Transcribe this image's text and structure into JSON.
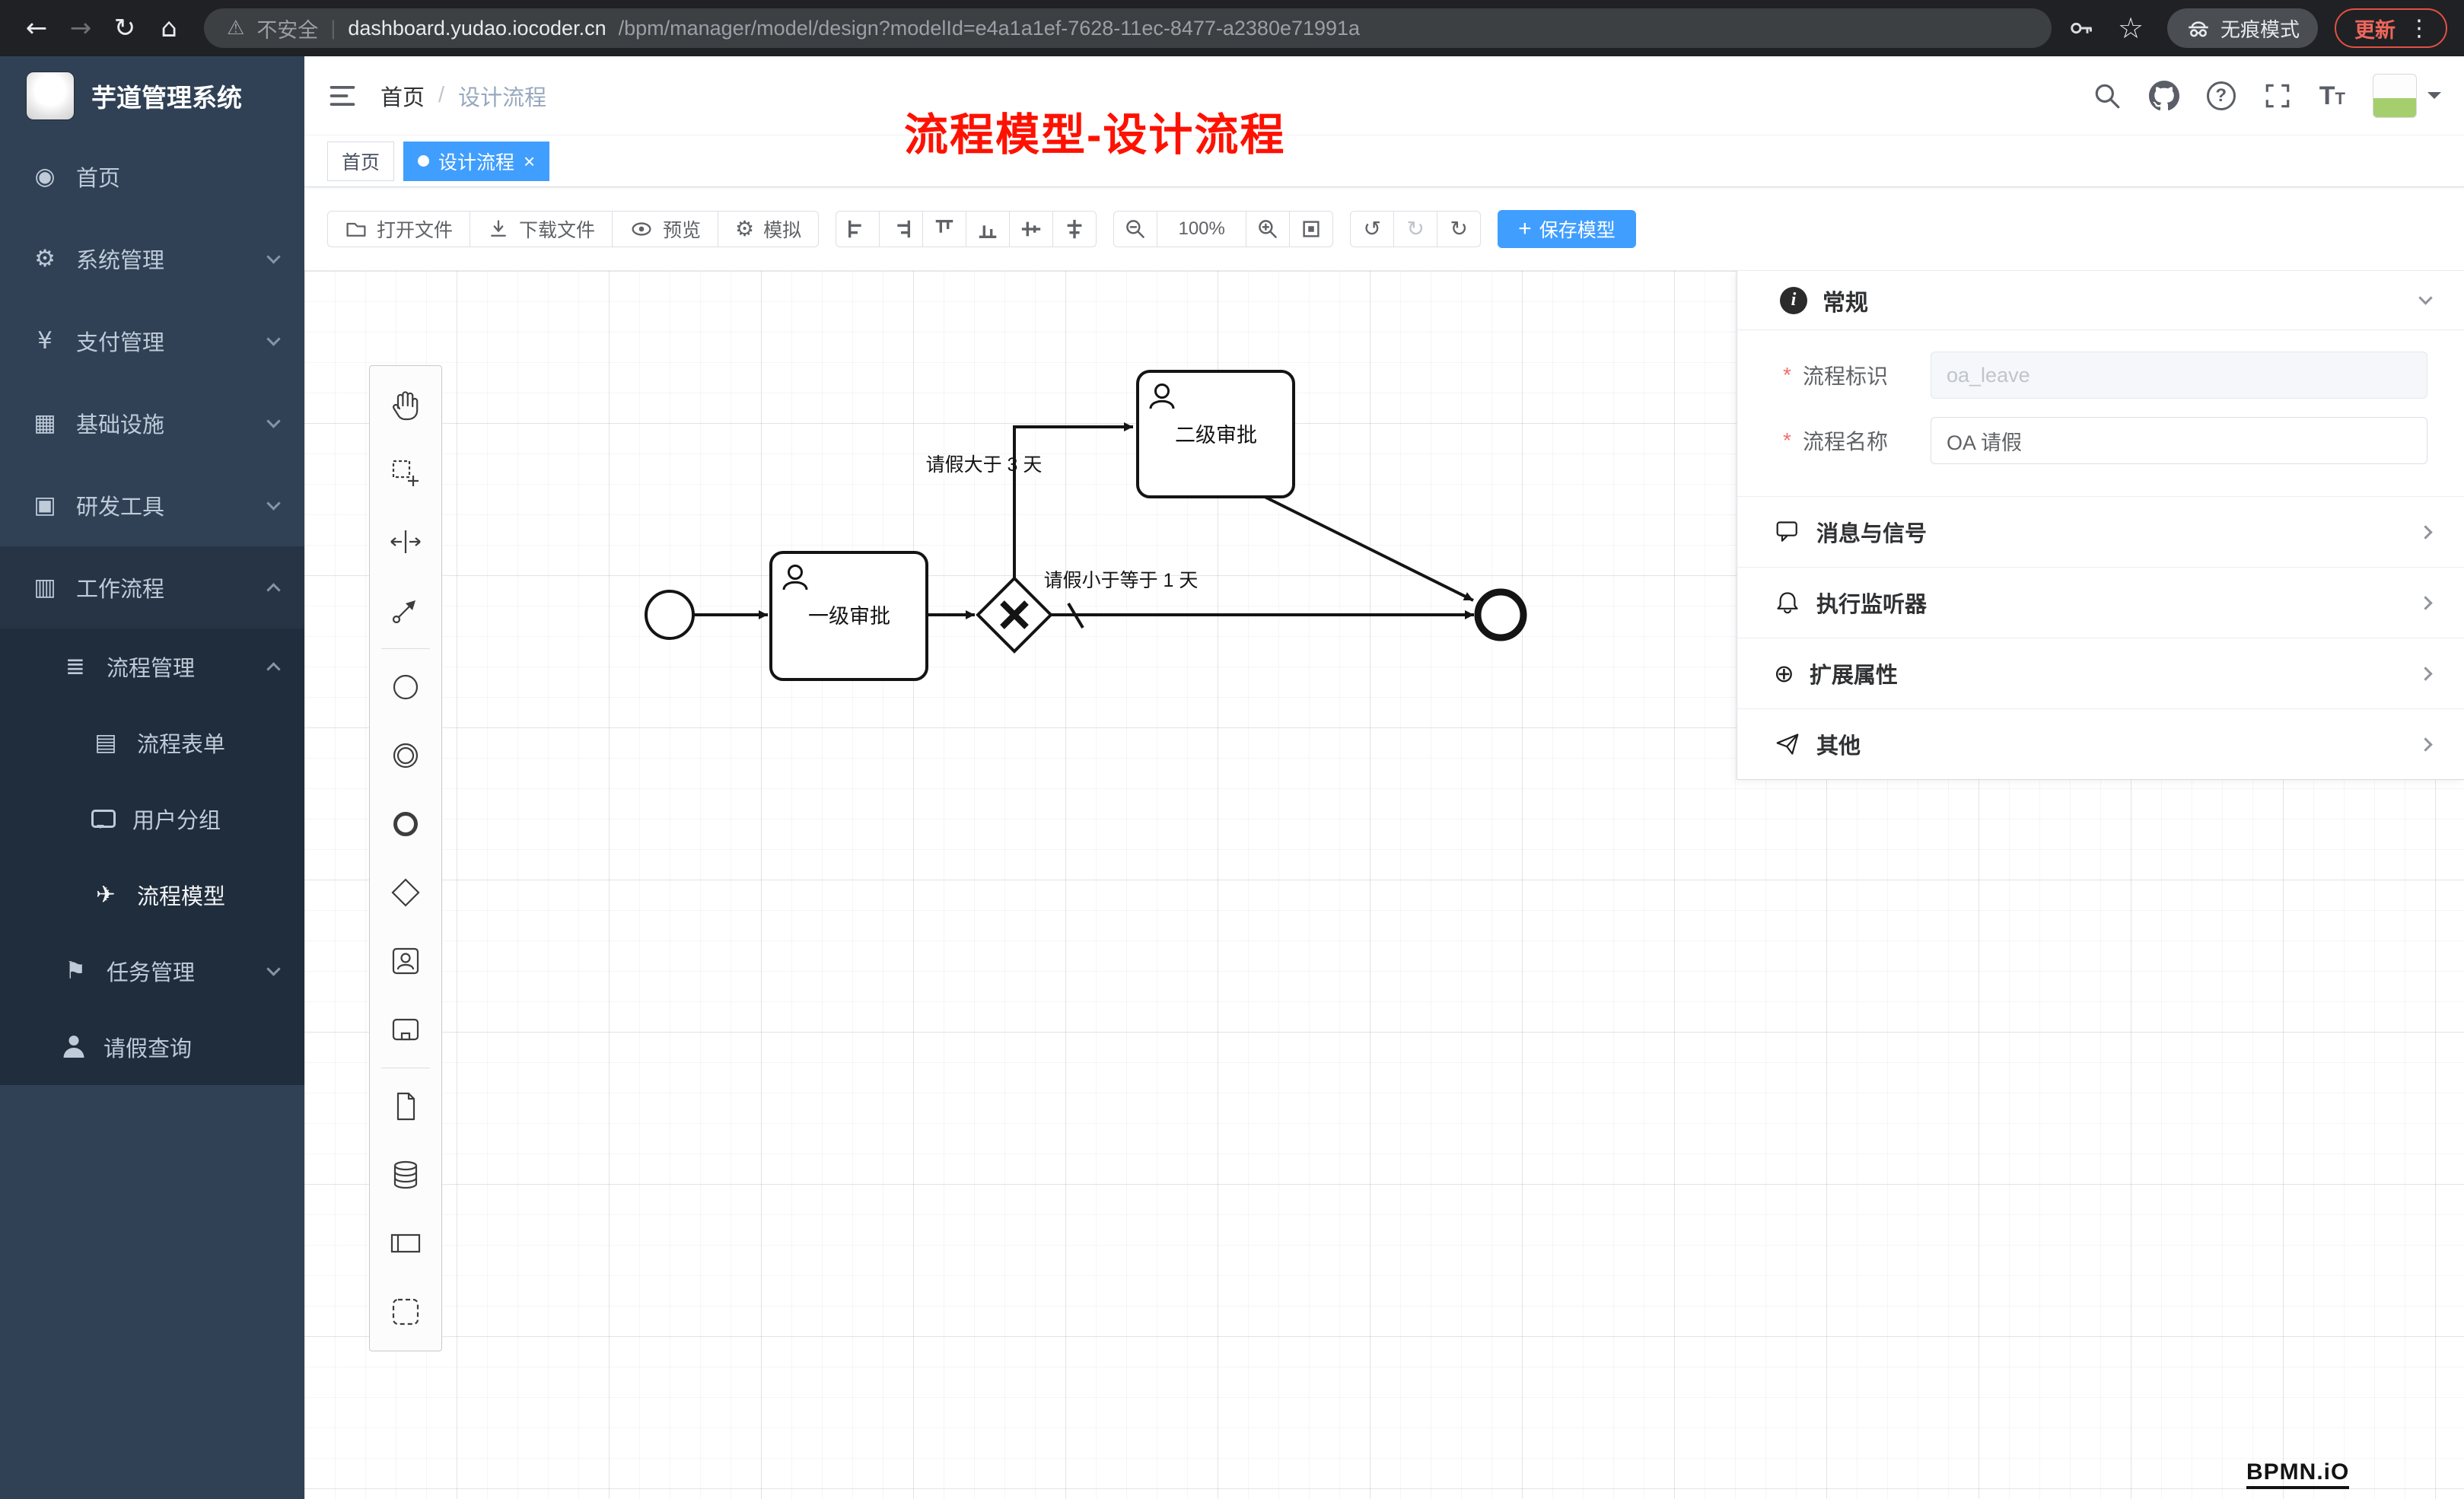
{
  "browser": {
    "security_label": "不安全",
    "url_host": "dashboard.yudao.iocoder.cn",
    "url_path": "/bpm/manager/model/design?modelId=e4a1a1ef-7628-11ec-8477-a2380e71991a",
    "url_separator": "|",
    "incognito_label": "无痕模式",
    "update_label": "更新"
  },
  "icons": {
    "back": "←",
    "forward": "→",
    "reload": "↻",
    "home": "⌂",
    "warning": "⚠",
    "star": "☆",
    "dots": "⋮",
    "dashboard": "◉",
    "gear": "⚙",
    "yen": "¥",
    "infra": "▦",
    "tools": "▣",
    "workflow": "▥",
    "flow_mgmt": "≣",
    "form": "▤",
    "send": "✈",
    "flag": "⚑",
    "question": "?",
    "font_big": "T",
    "font_small": "T",
    "undo": "↺",
    "redo": "↻",
    "restart": "↻",
    "plus": "+",
    "close": "×",
    "plus_circle": "⊕",
    "breadcrumb_sep": "/",
    "info": "i"
  },
  "sidebar": {
    "app_title": "芋道管理系统",
    "items": [
      {
        "label": "首页"
      },
      {
        "label": "系统管理"
      },
      {
        "label": "支付管理"
      },
      {
        "label": "基础设施"
      },
      {
        "label": "研发工具"
      },
      {
        "label": "工作流程"
      },
      {
        "label": "流程管理"
      },
      {
        "label": "流程表单"
      },
      {
        "label": "用户分组"
      },
      {
        "label": "流程模型"
      },
      {
        "label": "任务管理"
      },
      {
        "label": "请假查询"
      }
    ]
  },
  "header": {
    "breadcrumb": [
      "首页",
      "设计流程"
    ]
  },
  "tabs": [
    {
      "label": "首页"
    },
    {
      "label": "设计流程"
    }
  ],
  "overlay_title": "流程模型-设计流程",
  "toolbar": {
    "open_file": "打开文件",
    "download_file": "下载文件",
    "preview": "预览",
    "simulate": "模拟",
    "zoom_level": "100%",
    "save": "保存模型"
  },
  "diagram": {
    "task1_label": "一级审批",
    "task2_label": "二级审批",
    "flow_label_top": "请假大于 3 天",
    "flow_label_bottom": "请假小于等于 1 天"
  },
  "panel": {
    "general_title": "常规",
    "required_mark": "*",
    "fields": [
      {
        "label": "流程标识",
        "value": "oa_leave"
      },
      {
        "label": "流程名称",
        "value": "OA 请假"
      }
    ],
    "sections": [
      {
        "label": "消息与信号"
      },
      {
        "label": "执行监听器"
      },
      {
        "label": "扩展属性"
      },
      {
        "label": "其他"
      }
    ]
  },
  "watermark": "BPMN.iO"
}
